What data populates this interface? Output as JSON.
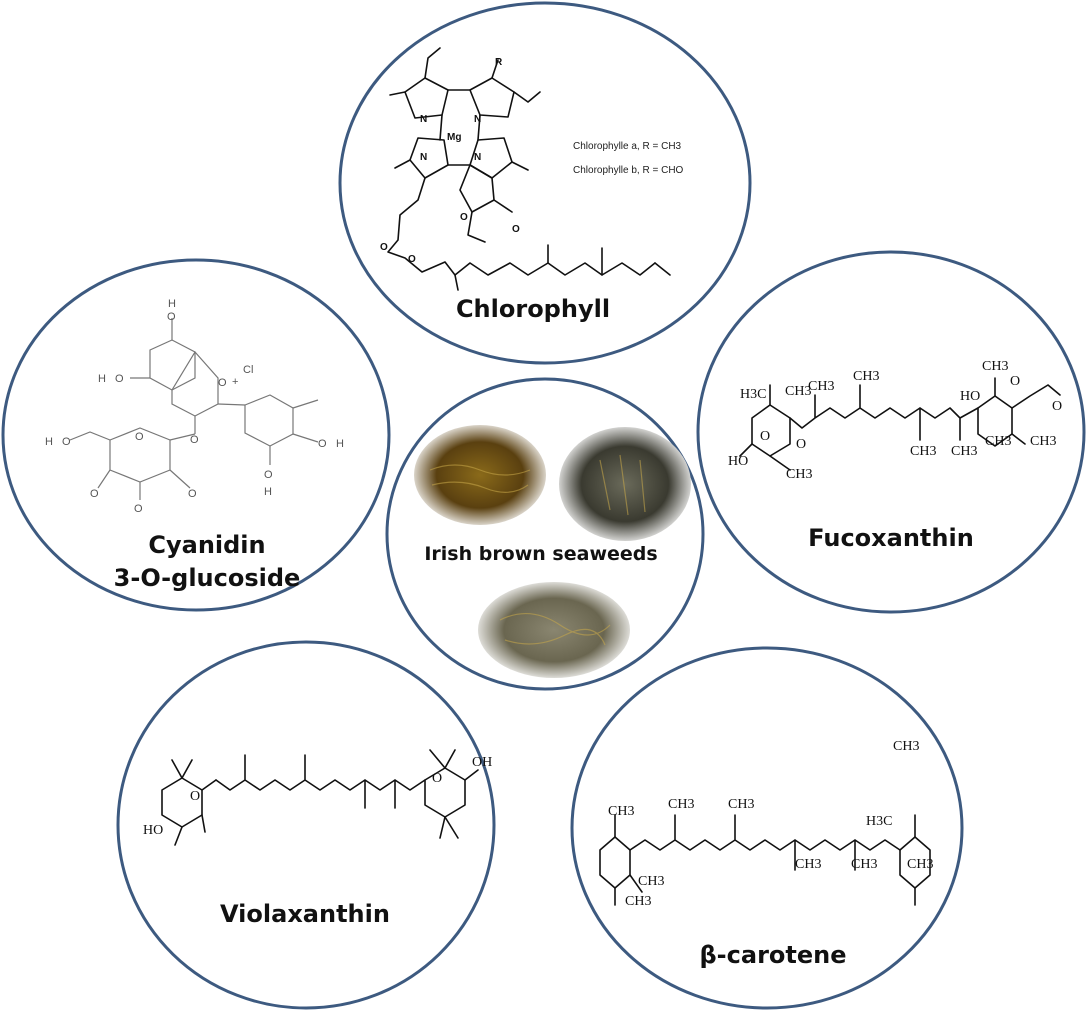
{
  "center": {
    "label": "Irish brown seaweeds"
  },
  "compounds": {
    "chlorophyll": {
      "label": "Chlorophyll",
      "legend_a": "Chlorophylle a, R = CH3",
      "legend_b": "Chlorophylle b, R = CHO",
      "atoms": {
        "r": "R",
        "n": "N",
        "mg": "Mg",
        "o": "O"
      }
    },
    "cyanidin": {
      "label_line1": "Cyanidin",
      "label_line2": "3-O-glucoside",
      "atoms": {
        "o": "O",
        "h": "H",
        "cl": "Cl",
        "plus": "+"
      }
    },
    "fucoxanthin": {
      "label": "Fucoxanthin",
      "atoms": {
        "ch3": "CH3",
        "h3c": "H3C",
        "ho": "HO",
        "o": "O"
      }
    },
    "violaxanthin": {
      "label": "Violaxanthin",
      "atoms": {
        "oh": "OH",
        "ho": "HO",
        "o": "O"
      }
    },
    "beta_carotene": {
      "label": "β-carotene",
      "atoms": {
        "ch3": "CH3",
        "h3c": "H3C"
      }
    }
  },
  "colors": {
    "circle_stroke": "#3d5a80",
    "seaweed_brown": "#7a5a1e",
    "seaweed_olive": "#5c5a3a"
  }
}
